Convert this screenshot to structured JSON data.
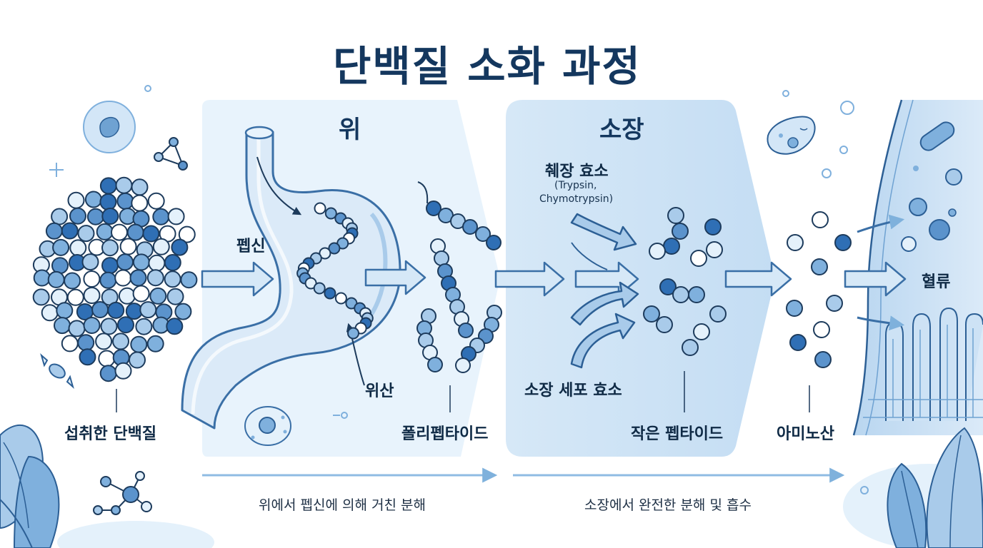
{
  "title": "단백질 소화 과정",
  "regions": {
    "stomach": "위",
    "small_intestine": "소장"
  },
  "labels": {
    "ingested_protein": "섭취한 단백질",
    "pepsin": "펩신",
    "gastric_acid": "위산",
    "polypeptide": "폴리펩타이드",
    "pancreatic_enzymes": "췌장 효소",
    "pancreatic_enzymes_detail_1": "(Trypsin,",
    "pancreatic_enzymes_detail_2": "Chymotrypsin)",
    "brush_border_enzymes": "소장 세포 효소",
    "small_peptides": "작은 펩타이드",
    "amino_acids": "아미노산",
    "bloodstream": "혈류"
  },
  "footer": {
    "stomach_stage": "위에서 펩신에 의해 거친 분해",
    "intestine_stage": "소장에서 완전한 분해 및 흡수"
  },
  "colors": {
    "dark_blue": "#14375e",
    "mid_blue": "#4a88c6",
    "light_blue": "#a9cbea",
    "pale_blue": "#e4f1fb",
    "panel_stomach": "#e8f3fc",
    "panel_intestine": "#cfe4f6"
  }
}
